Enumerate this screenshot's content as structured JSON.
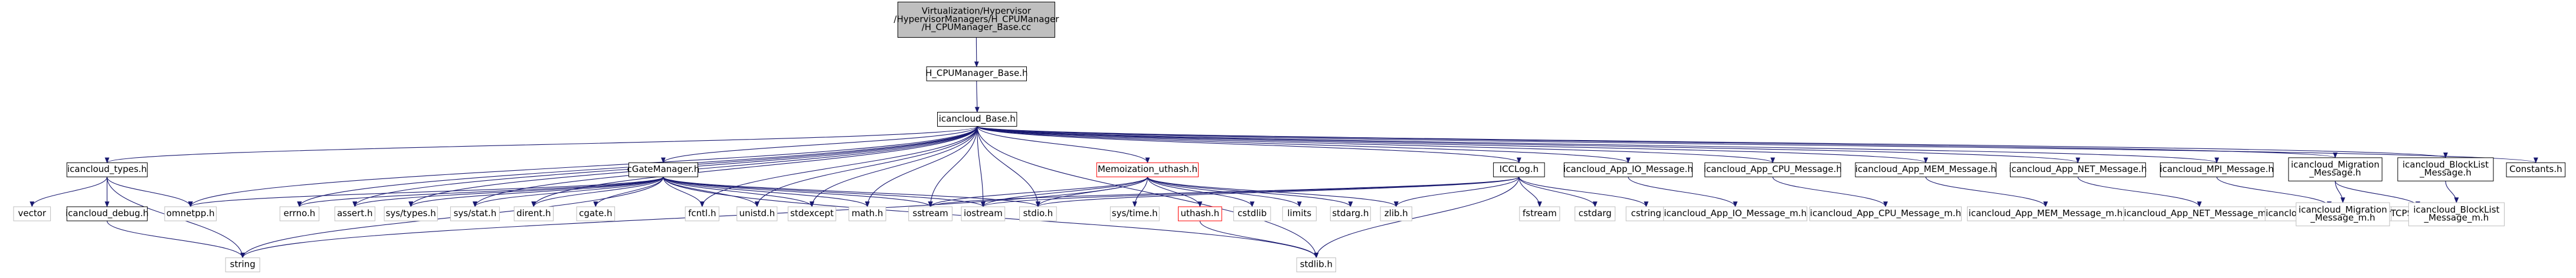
{
  "nodes": [
    {
      "id": "root",
      "lines": [
        "Virtualization/Hypervisor",
        "/HypervisorManagers/H_CPUManager",
        "/H_CPUManager_Base.cc"
      ],
      "style": "root"
    },
    {
      "id": "hcpu",
      "lines": [
        "H_CPUManager_Base.h"
      ],
      "style": "box"
    },
    {
      "id": "icbase",
      "lines": [
        "icancloud_Base.h"
      ],
      "style": "box"
    },
    {
      "id": "ictypes",
      "lines": [
        "icancloud_types.h"
      ],
      "style": "box"
    },
    {
      "id": "icdebug",
      "lines": [
        "icancloud_debug.h"
      ],
      "style": "box"
    },
    {
      "id": "cgate",
      "lines": [
        "cGateManager.h"
      ],
      "style": "box"
    },
    {
      "id": "memo",
      "lines": [
        "Memoization_uthash.h"
      ],
      "style": "red"
    },
    {
      "id": "iccl",
      "lines": [
        "ICCLog.h"
      ],
      "style": "box"
    },
    {
      "id": "io",
      "lines": [
        "icancloud_App_IO_Message.h"
      ],
      "style": "box"
    },
    {
      "id": "cpu",
      "lines": [
        "icancloud_App_CPU_Message.h"
      ],
      "style": "box"
    },
    {
      "id": "mem",
      "lines": [
        "icancloud_App_MEM_Message.h"
      ],
      "style": "box"
    },
    {
      "id": "net",
      "lines": [
        "icancloud_App_NET_Message.h"
      ],
      "style": "box"
    },
    {
      "id": "mpi",
      "lines": [
        "icancloud_MPI_Message.h"
      ],
      "style": "box"
    },
    {
      "id": "mig",
      "lines": [
        "icancloud_Migration",
        "_Message.h"
      ],
      "style": "box"
    },
    {
      "id": "blk",
      "lines": [
        "icancloud_BlockList",
        "_Message.h"
      ],
      "style": "box"
    },
    {
      "id": "const",
      "lines": [
        "Constants.h"
      ],
      "style": "box"
    },
    {
      "id": "vector",
      "lines": [
        "vector"
      ],
      "style": "plain"
    },
    {
      "id": "omnet",
      "lines": [
        "omnetpp.h"
      ],
      "style": "plain"
    },
    {
      "id": "string",
      "lines": [
        "string"
      ],
      "style": "plain"
    },
    {
      "id": "errno",
      "lines": [
        "errno.h"
      ],
      "style": "plain"
    },
    {
      "id": "assert",
      "lines": [
        "assert.h"
      ],
      "style": "plain"
    },
    {
      "id": "systypes",
      "lines": [
        "sys/types.h"
      ],
      "style": "plain"
    },
    {
      "id": "sysstat",
      "lines": [
        "sys/stat.h"
      ],
      "style": "plain"
    },
    {
      "id": "dirent",
      "lines": [
        "dirent.h"
      ],
      "style": "plain"
    },
    {
      "id": "cgatelib",
      "lines": [
        "cgate.h"
      ],
      "style": "plain"
    },
    {
      "id": "fcntl",
      "lines": [
        "fcntl.h"
      ],
      "style": "plain"
    },
    {
      "id": "unistd",
      "lines": [
        "unistd.h"
      ],
      "style": "plain"
    },
    {
      "id": "stdexcept",
      "lines": [
        "stdexcept"
      ],
      "style": "plain"
    },
    {
      "id": "math",
      "lines": [
        "math.h"
      ],
      "style": "plain"
    },
    {
      "id": "sstream",
      "lines": [
        "sstream"
      ],
      "style": "plain"
    },
    {
      "id": "iostream",
      "lines": [
        "iostream"
      ],
      "style": "plain"
    },
    {
      "id": "stdio",
      "lines": [
        "stdio.h"
      ],
      "style": "plain"
    },
    {
      "id": "systime",
      "lines": [
        "sys/time.h"
      ],
      "style": "plain"
    },
    {
      "id": "uthash",
      "lines": [
        "uthash.h"
      ],
      "style": "red"
    },
    {
      "id": "cstdlib",
      "lines": [
        "cstdlib"
      ],
      "style": "plain"
    },
    {
      "id": "limits",
      "lines": [
        "limits"
      ],
      "style": "plain"
    },
    {
      "id": "stdarg",
      "lines": [
        "stdarg.h"
      ],
      "style": "plain"
    },
    {
      "id": "zlib",
      "lines": [
        "zlib.h"
      ],
      "style": "plain"
    },
    {
      "id": "fstream",
      "lines": [
        "fstream"
      ],
      "style": "plain"
    },
    {
      "id": "cstdarg",
      "lines": [
        "cstdarg"
      ],
      "style": "plain"
    },
    {
      "id": "cstring",
      "lines": [
        "cstring"
      ],
      "style": "plain"
    },
    {
      "id": "stdlib",
      "lines": [
        "stdlib.h"
      ],
      "style": "plain"
    },
    {
      "id": "io_m",
      "lines": [
        "icancloud_App_IO_Message_m.h"
      ],
      "style": "plain"
    },
    {
      "id": "cpu_m",
      "lines": [
        "icancloud_App_CPU_Message_m.h"
      ],
      "style": "plain"
    },
    {
      "id": "mem_m",
      "lines": [
        "icancloud_App_MEM_Message_m.h"
      ],
      "style": "plain"
    },
    {
      "id": "net_m",
      "lines": [
        "icancloud_App_NET_Message_m.h"
      ],
      "style": "plain"
    },
    {
      "id": "mpi_m",
      "lines": [
        "icancloud_MPI_Message_m.h"
      ],
      "style": "plain"
    },
    {
      "id": "mig_m",
      "lines": [
        "icancloud_Migration",
        "_Message_m.h"
      ],
      "style": "plain"
    },
    {
      "id": "tcp",
      "lines": [
        "TCPSocket.h"
      ],
      "style": "plain"
    },
    {
      "id": "blk_m",
      "lines": [
        "icancloud_BlockList",
        "_Message_m.h"
      ],
      "style": "plain"
    }
  ],
  "edges": [
    [
      "root",
      "hcpu"
    ],
    [
      "hcpu",
      "icbase"
    ],
    [
      "icbase",
      "ictypes"
    ],
    [
      "icbase",
      "omnet"
    ],
    [
      "icbase",
      "errno"
    ],
    [
      "icbase",
      "assert"
    ],
    [
      "icbase",
      "systypes"
    ],
    [
      "icbase",
      "sysstat"
    ],
    [
      "icbase",
      "dirent"
    ],
    [
      "icbase",
      "cgate"
    ],
    [
      "icbase",
      "fcntl"
    ],
    [
      "icbase",
      "unistd"
    ],
    [
      "icbase",
      "stdexcept"
    ],
    [
      "icbase",
      "math"
    ],
    [
      "icbase",
      "sstream"
    ],
    [
      "icbase",
      "iostream"
    ],
    [
      "icbase",
      "stdio"
    ],
    [
      "icbase",
      "memo"
    ],
    [
      "icbase",
      "stdlib"
    ],
    [
      "icbase",
      "iccl"
    ],
    [
      "icbase",
      "io"
    ],
    [
      "icbase",
      "cpu"
    ],
    [
      "icbase",
      "mem"
    ],
    [
      "icbase",
      "net"
    ],
    [
      "icbase",
      "mpi"
    ],
    [
      "icbase",
      "mig"
    ],
    [
      "icbase",
      "blk"
    ],
    [
      "icbase",
      "const"
    ],
    [
      "ictypes",
      "vector"
    ],
    [
      "ictypes",
      "icdebug"
    ],
    [
      "ictypes",
      "omnet"
    ],
    [
      "ictypes",
      "string"
    ],
    [
      "icdebug",
      "string"
    ],
    [
      "cgate",
      "omnet"
    ],
    [
      "cgate",
      "errno"
    ],
    [
      "cgate",
      "assert"
    ],
    [
      "cgate",
      "systypes"
    ],
    [
      "cgate",
      "sysstat"
    ],
    [
      "cgate",
      "dirent"
    ],
    [
      "cgate",
      "cgatelib"
    ],
    [
      "cgate",
      "fcntl"
    ],
    [
      "cgate",
      "unistd"
    ],
    [
      "cgate",
      "stdexcept"
    ],
    [
      "cgate",
      "math"
    ],
    [
      "cgate",
      "sstream"
    ],
    [
      "cgate",
      "iostream"
    ],
    [
      "cgate",
      "stdio"
    ],
    [
      "cgate",
      "string"
    ],
    [
      "cgate",
      "stdlib"
    ],
    [
      "memo",
      "sstream"
    ],
    [
      "memo",
      "iostream"
    ],
    [
      "memo",
      "stdio"
    ],
    [
      "memo",
      "systime"
    ],
    [
      "memo",
      "uthash"
    ],
    [
      "memo",
      "cstdlib"
    ],
    [
      "memo",
      "limits"
    ],
    [
      "memo",
      "stdarg"
    ],
    [
      "memo",
      "string"
    ],
    [
      "memo",
      "zlib"
    ],
    [
      "uthash",
      "stdlib"
    ],
    [
      "iccl",
      "sstream"
    ],
    [
      "iccl",
      "iostream"
    ],
    [
      "iccl",
      "stdio"
    ],
    [
      "iccl",
      "zlib"
    ],
    [
      "iccl",
      "fstream"
    ],
    [
      "iccl",
      "cstdarg"
    ],
    [
      "iccl",
      "cstring"
    ],
    [
      "iccl",
      "stdlib"
    ],
    [
      "io",
      "io_m"
    ],
    [
      "cpu",
      "cpu_m"
    ],
    [
      "mem",
      "mem_m"
    ],
    [
      "net",
      "net_m"
    ],
    [
      "mpi",
      "mpi_m"
    ],
    [
      "mig",
      "mig_m"
    ],
    [
      "mig",
      "tcp"
    ],
    [
      "blk",
      "blk_m"
    ]
  ],
  "colors": {
    "edge": "#191970",
    "box_border": "#000000",
    "plain_border": "#bfbfbf",
    "red_border": "#ff0000",
    "root_fill": "#bfbfbf",
    "fill": "#ffffff"
  }
}
